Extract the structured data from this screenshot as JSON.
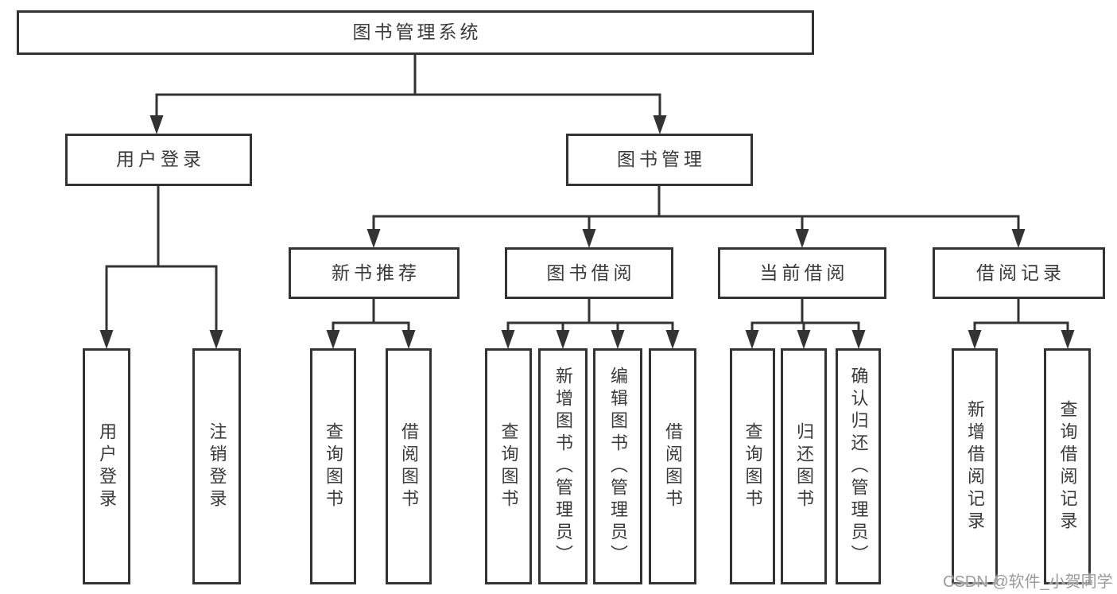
{
  "diagram": {
    "tree": {
      "label": "图书管理系统",
      "children": [
        {
          "label": "用户登录",
          "children": [
            {
              "label": "用户登录"
            },
            {
              "label": "注销登录"
            }
          ]
        },
        {
          "label": "图书管理",
          "children": [
            {
              "label": "新书推荐",
              "children": [
                {
                  "label": "查询图书"
                },
                {
                  "label": "借阅图书"
                }
              ]
            },
            {
              "label": "图书借阅",
              "children": [
                {
                  "label": "查询图书"
                },
                {
                  "label": "新增图书（管理员）"
                },
                {
                  "label": "编辑图书（管理员）"
                },
                {
                  "label": "借阅图书"
                }
              ]
            },
            {
              "label": "当前借阅",
              "children": [
                {
                  "label": "查询图书"
                },
                {
                  "label": "归还图书"
                },
                {
                  "label": "确认归还（管理员）"
                }
              ]
            },
            {
              "label": "借阅记录",
              "children": [
                {
                  "label": "新增借阅记录"
                },
                {
                  "label": "查询借阅记录"
                }
              ]
            }
          ]
        }
      ]
    },
    "line_color": "#333333",
    "watermark": "CSDN @软件_小贺同学"
  }
}
